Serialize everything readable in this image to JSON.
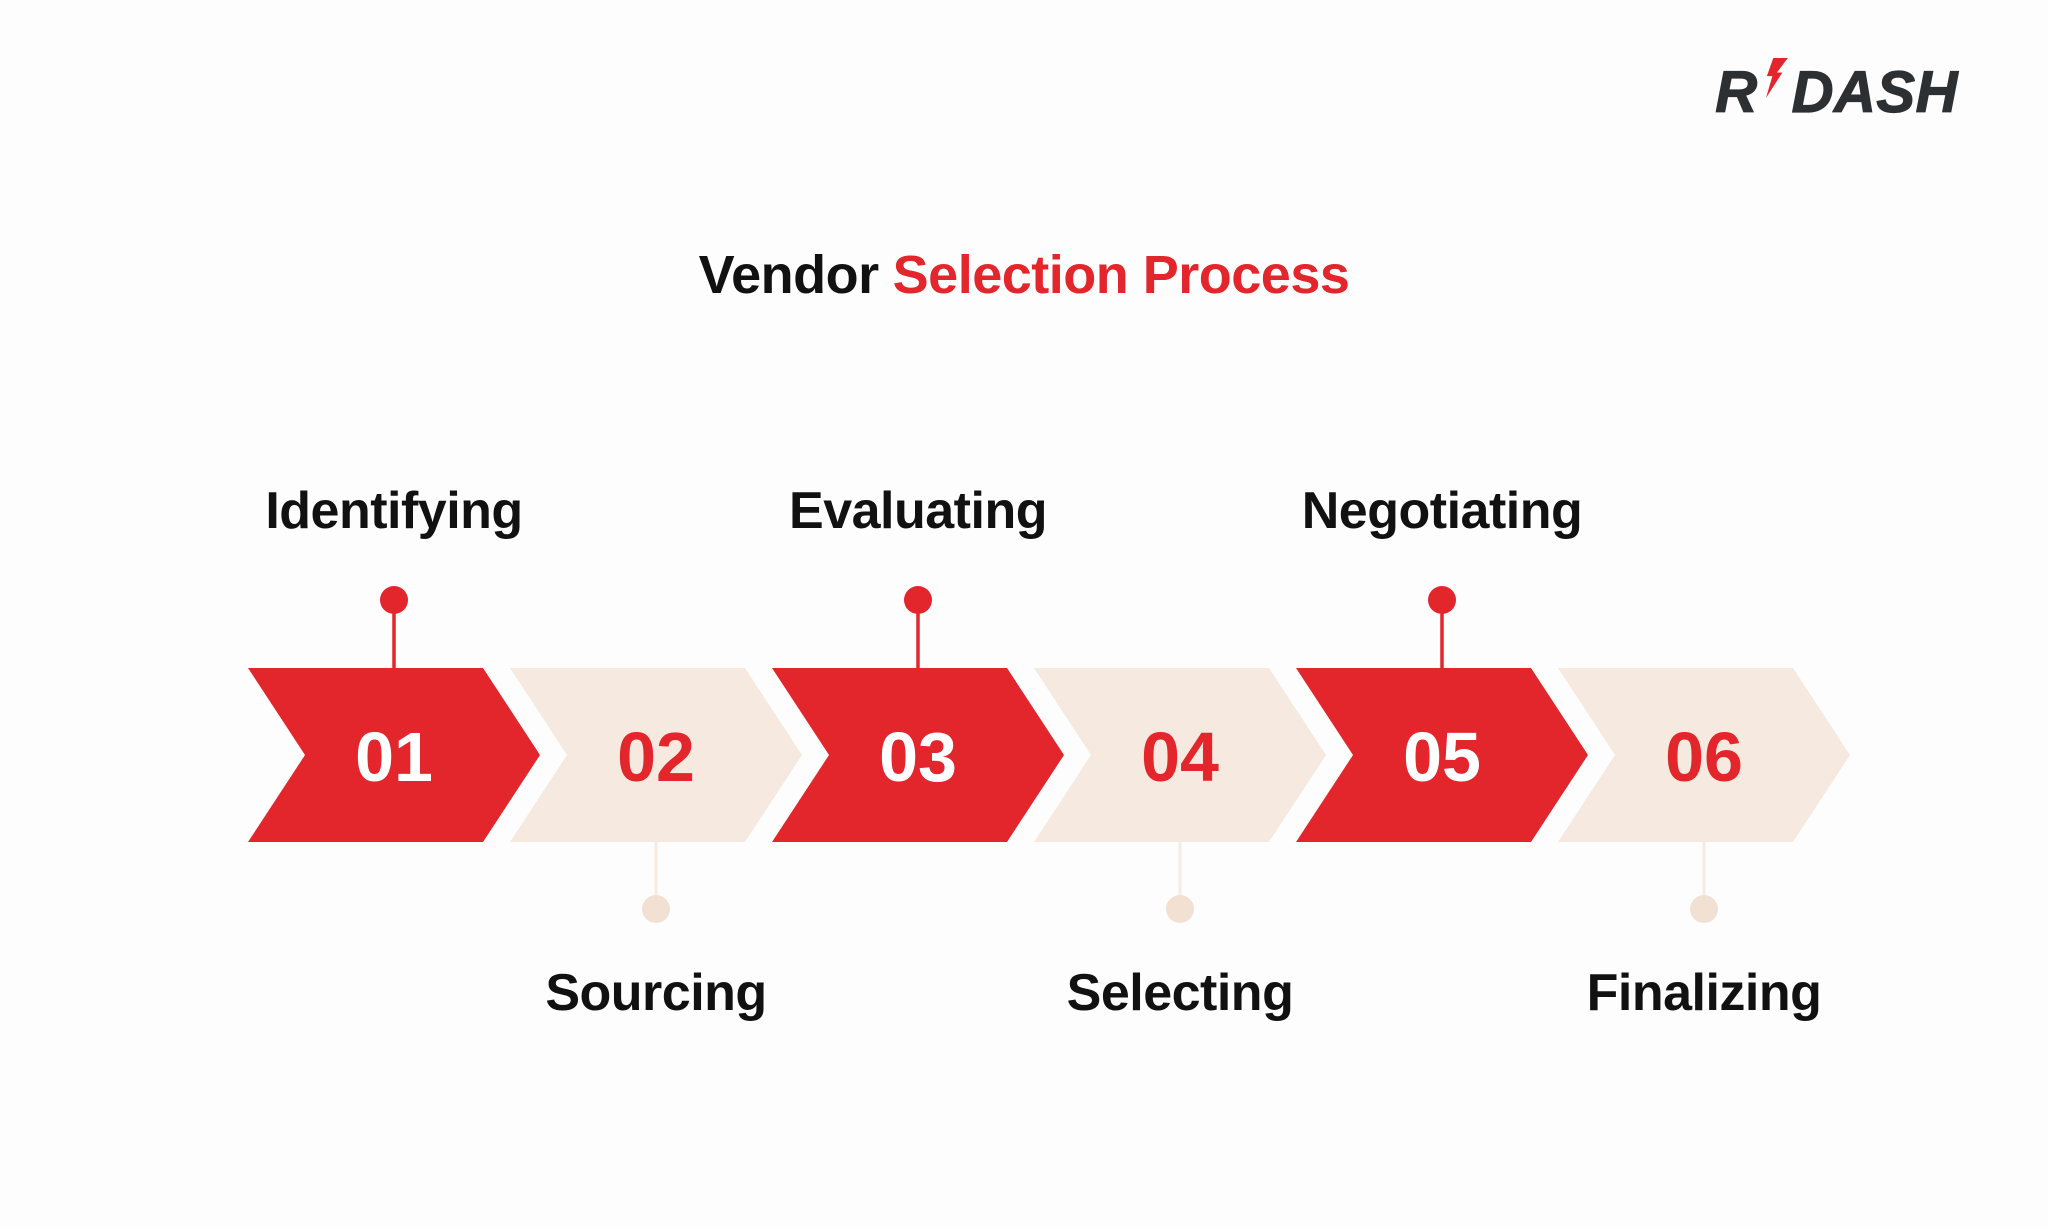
{
  "logo": {
    "prefix": "R",
    "suffix": "DASH",
    "bolt_icon": "lightning-bolt"
  },
  "title": {
    "prefix": "Vendor",
    "highlight": "Selection Process"
  },
  "steps": [
    {
      "number": "01",
      "label": "Identifying",
      "label_position": "above",
      "variant": "red"
    },
    {
      "number": "02",
      "label": "Sourcing",
      "label_position": "below",
      "variant": "beige"
    },
    {
      "number": "03",
      "label": "Evaluating",
      "label_position": "above",
      "variant": "red"
    },
    {
      "number": "04",
      "label": "Selecting",
      "label_position": "below",
      "variant": "beige"
    },
    {
      "number": "05",
      "label": "Negotiating",
      "label_position": "above",
      "variant": "red"
    },
    {
      "number": "06",
      "label": "Finalizing",
      "label_position": "below",
      "variant": "beige"
    }
  ],
  "colors": {
    "red": "#E3262B",
    "beige": "#F6E9E0",
    "beige_stem": "#F7ECE4",
    "beige_dot": "#F2E0D3",
    "ink": "#111111",
    "logo_ink": "#2C3032",
    "bg": "#FDFDFD"
  }
}
